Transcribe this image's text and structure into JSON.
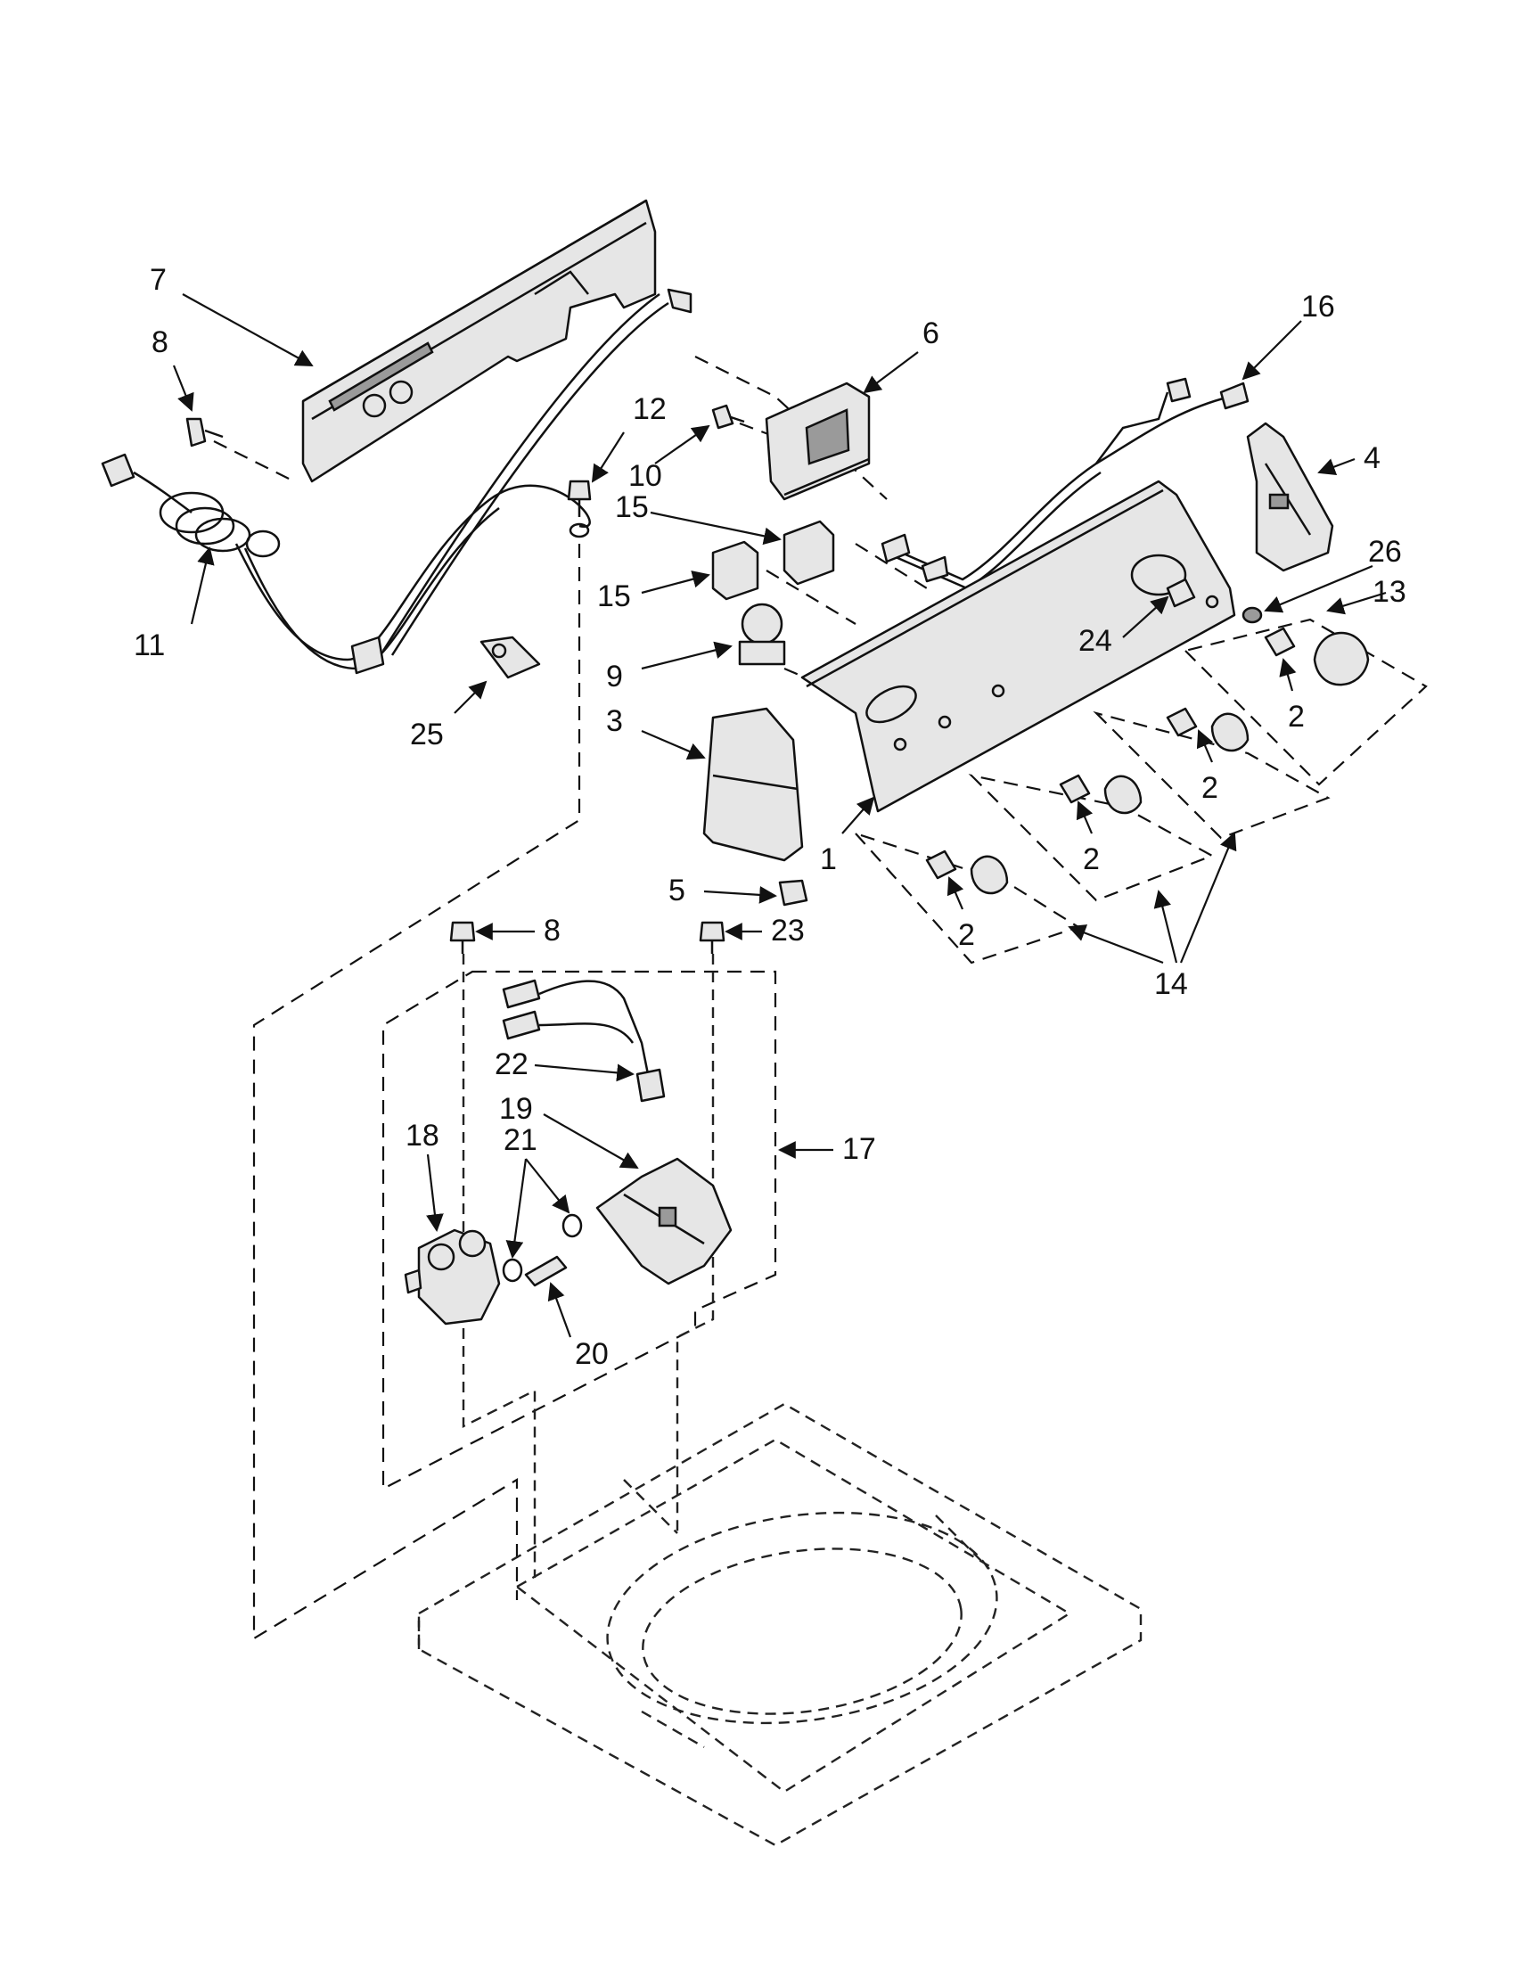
{
  "labels": [
    {
      "id": "c7",
      "text": "7"
    },
    {
      "id": "c8a",
      "text": "8"
    },
    {
      "id": "c11",
      "text": "11"
    },
    {
      "id": "c12",
      "text": "12"
    },
    {
      "id": "c10",
      "text": "10"
    },
    {
      "id": "c6",
      "text": "6"
    },
    {
      "id": "c16",
      "text": "16"
    },
    {
      "id": "c4",
      "text": "4"
    },
    {
      "id": "c15a",
      "text": "15"
    },
    {
      "id": "c15b",
      "text": "15"
    },
    {
      "id": "c26",
      "text": "26"
    },
    {
      "id": "c13",
      "text": "13"
    },
    {
      "id": "c24",
      "text": "24"
    },
    {
      "id": "c9",
      "text": "9"
    },
    {
      "id": "c3",
      "text": "3"
    },
    {
      "id": "c25",
      "text": "25"
    },
    {
      "id": "c2a",
      "text": "2"
    },
    {
      "id": "c2b",
      "text": "2"
    },
    {
      "id": "c2c",
      "text": "2"
    },
    {
      "id": "c2d",
      "text": "2"
    },
    {
      "id": "c1",
      "text": "1"
    },
    {
      "id": "c5",
      "text": "5"
    },
    {
      "id": "c8b",
      "text": "8"
    },
    {
      "id": "c23",
      "text": "23"
    },
    {
      "id": "c14",
      "text": "14"
    },
    {
      "id": "c22",
      "text": "22"
    },
    {
      "id": "c19",
      "text": "19"
    },
    {
      "id": "c18",
      "text": "18"
    },
    {
      "id": "c21",
      "text": "21"
    },
    {
      "id": "c17",
      "text": "17"
    },
    {
      "id": "c20",
      "text": "20"
    }
  ]
}
